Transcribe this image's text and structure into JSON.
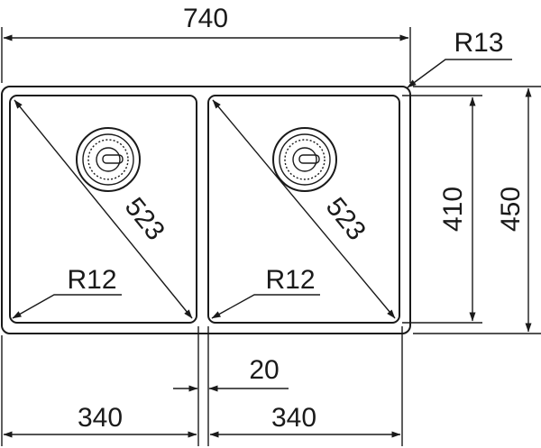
{
  "drawing": {
    "dimensions": {
      "overall_width": "740",
      "corner_radius_outer": "R13",
      "inner_height": "410",
      "overall_height": "450",
      "diagonal_left": "523",
      "diagonal_right": "523",
      "corner_radius_left": "R12",
      "corner_radius_right": "R12",
      "divider_width": "20",
      "bowl_width_left": "340",
      "bowl_width_right": "340"
    }
  }
}
